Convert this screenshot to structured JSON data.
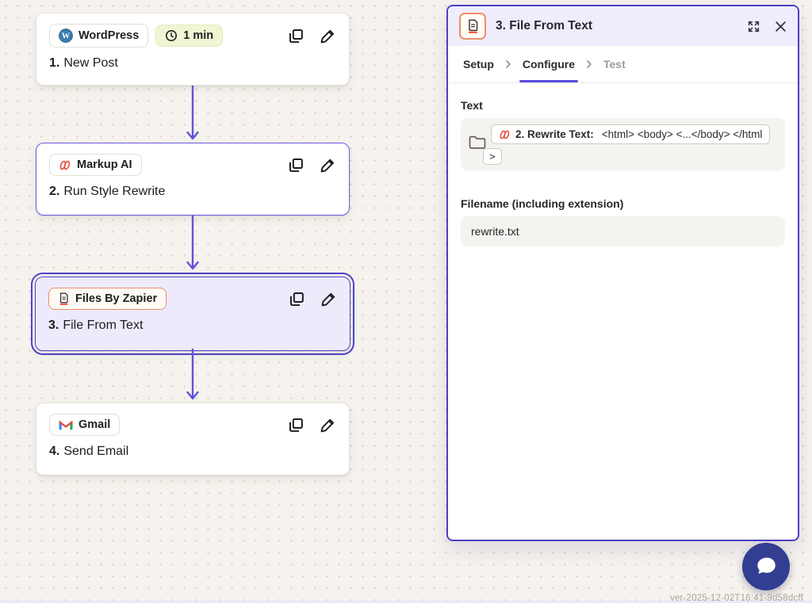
{
  "canvas": {
    "steps": [
      {
        "app_label": "WordPress",
        "timer_label": "1 min",
        "title_number": "1.",
        "title_text": "New Post"
      },
      {
        "app_label": "Markup AI",
        "title_number": "2.",
        "title_text": "Run Style Rewrite"
      },
      {
        "app_label": "Files By Zapier",
        "title_number": "3.",
        "title_text": "File From Text"
      },
      {
        "app_label": "Gmail",
        "title_number": "4.",
        "title_text": "Send Email"
      }
    ]
  },
  "panel": {
    "title": "3. File From Text",
    "tabs": {
      "setup": "Setup",
      "configure": "Configure",
      "test": "Test"
    },
    "text_field": {
      "label": "Text",
      "token_prefix": "2. Rewrite Text:",
      "token_value": "<html> <body> <...</body> </html",
      "token_wrap": ">"
    },
    "filename_field": {
      "label": "Filename (including extension)",
      "value": "rewrite.txt"
    }
  },
  "footer": {
    "version": "ver-2025-12-02T16:41-9d58dcff"
  },
  "colors": {
    "accent_purple": "#4F43C9",
    "arrow_purple": "#6152DD",
    "selected_bg": "#ECEAFB",
    "orange_border": "#EE8E68",
    "timer_bg": "#EFF6D3",
    "chat_navy": "#313E92",
    "markup_red": "#DF4B3D"
  }
}
